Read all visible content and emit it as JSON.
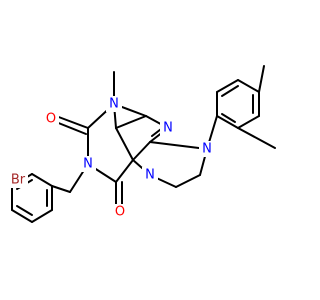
{
  "molecule": {
    "atoms": [
      {
        "id": "br",
        "symbol": "Br",
        "color": "#a52a2a"
      },
      {
        "id": "o_top",
        "symbol": "O",
        "color": "#ff0000"
      },
      {
        "id": "o_bottom",
        "symbol": "O",
        "color": "#ff0000"
      },
      {
        "id": "n1",
        "symbol": "N",
        "color": "#0000ff"
      },
      {
        "id": "n_top",
        "symbol": "N",
        "color": "#0000ff"
      },
      {
        "id": "n_aryl",
        "symbol": "N",
        "color": "#0000ff"
      },
      {
        "id": "n_benzyl",
        "symbol": "N",
        "color": "#0000ff"
      },
      {
        "id": "n_bridge",
        "symbol": "N",
        "color": "#0000ff"
      }
    ]
  }
}
